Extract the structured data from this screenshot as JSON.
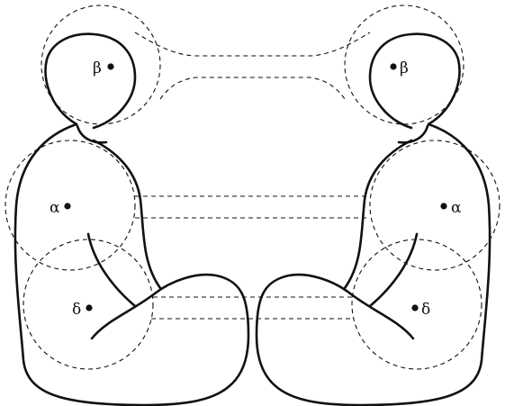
{
  "labels": {
    "beta": "β",
    "alpha": "α",
    "delta": "δ"
  },
  "colors": {
    "stroke": "#111111",
    "background": "#ffffff"
  }
}
